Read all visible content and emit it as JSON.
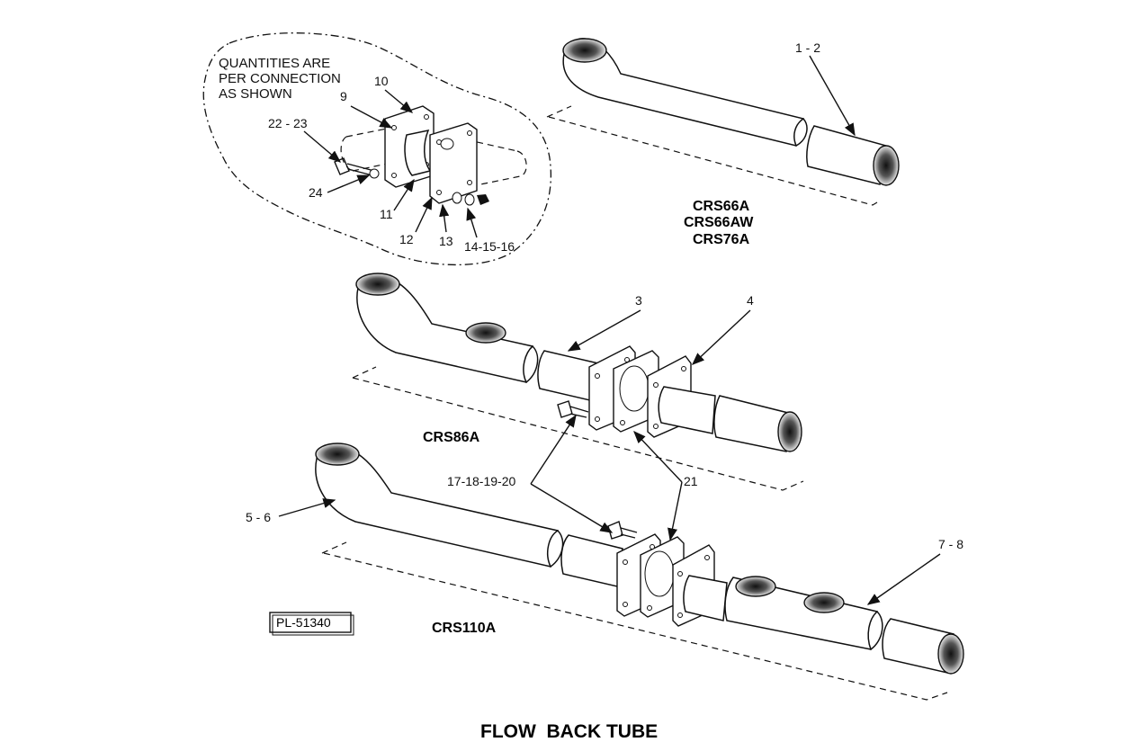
{
  "note": [
    "QUANTITIES ARE",
    "PER CONNECTION",
    "AS SHOWN"
  ],
  "callouts": {
    "c9": "9",
    "c10": "10",
    "c22_23": "22 - 23",
    "c24": "24",
    "c11": "11",
    "c12": "12",
    "c13": "13",
    "c14_15_16": "14-15-16",
    "c1_2": "1 - 2",
    "c3": "3",
    "c4": "4",
    "c17_18_19_20": "17-18-19-20",
    "c21": "21",
    "c5_6": "5 - 6",
    "c7_8": "7 - 8"
  },
  "models": {
    "crs66": [
      "CRS66A",
      "CRS66AW",
      "CRS76A"
    ],
    "crs86": "CRS86A",
    "crs110": "CRS110A"
  },
  "plate_number": "PL-51340",
  "title": "FLOW  BACK TUBE"
}
